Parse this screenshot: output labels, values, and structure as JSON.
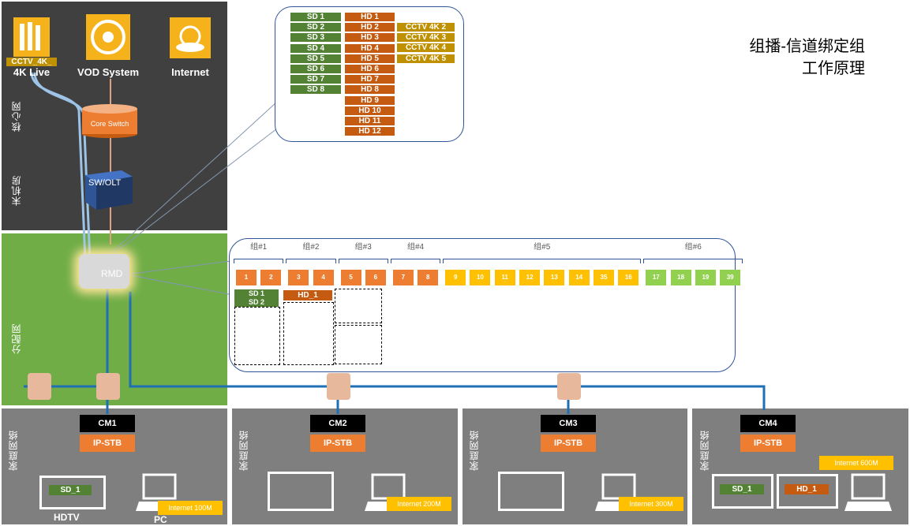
{
  "title": {
    "line1": "组播-信道绑定组",
    "line2": "工作原理"
  },
  "zones": {
    "core": "核心网",
    "headend": "末机房",
    "distribution": "分配网",
    "home": "家庭网络"
  },
  "sources": [
    {
      "label": "4K Live",
      "tag": "CCTV_4K_",
      "icon": "server-rack-icon"
    },
    {
      "label": "VOD System",
      "icon": "vod-gear-icon"
    },
    {
      "label": "Internet",
      "icon": "globe-cloud-icon"
    }
  ],
  "devices": {
    "core_switch": "Core Switch",
    "olt": "SW/OLT",
    "rmd": "RMD"
  },
  "channels_sd": [
    "SD 1",
    "SD 2",
    "SD 3",
    "SD 4",
    "SD 5",
    "SD 6",
    "SD 7",
    "SD 8"
  ],
  "channels_hd": [
    "HD 1",
    "HD 2",
    "HD 3",
    "HD 4",
    "HD 5",
    "HD 6",
    "HD 7",
    "HD 8",
    "HD 9",
    "HD 10",
    "HD 11",
    "HD 12"
  ],
  "channels_4k": [
    "CCTV 4K 2",
    "CCTV 4K 3",
    "CCTV 4K 4",
    "CCTV 4K 5"
  ],
  "groups": [
    {
      "label": "组#1",
      "channels": [
        "1",
        "2"
      ],
      "color": "#ed7d31"
    },
    {
      "label": "组#2",
      "channels": [
        "3",
        "4"
      ],
      "color": "#ed7d31"
    },
    {
      "label": "组#3",
      "channels": [
        "5",
        "6"
      ],
      "color": "#ed7d31"
    },
    {
      "label": "组#4",
      "channels": [
        "7",
        "8"
      ],
      "color": "#ed7d31"
    },
    {
      "label": "组#5",
      "channels": [
        "9",
        "10",
        "11",
        "12",
        "13",
        "14",
        "35",
        "16"
      ],
      "color": "#ffc000"
    },
    {
      "label": "组#6",
      "channels": [
        "17",
        "18",
        "19",
        "39"
      ],
      "color": "#92d050"
    }
  ],
  "group_contents": {
    "g1": [
      "SD 1",
      "SD 2"
    ],
    "g2": [
      "HD_1"
    ]
  },
  "homes": [
    {
      "cm": "CM1",
      "stb": "IP-STB",
      "tv": "SD_1",
      "tv_label": "HDTV",
      "pc_label": "PC",
      "internet": "Internet  100M"
    },
    {
      "cm": "CM2",
      "stb": "IP-STB",
      "internet": "Internet  200M"
    },
    {
      "cm": "CM3",
      "stb": "IP-STB",
      "internet": "Internet  300M"
    },
    {
      "cm": "CM4",
      "stb": "IP-STB",
      "tv1": "SD_1",
      "tv2": "HD_1",
      "internet_top": "Internet  600M"
    }
  ],
  "colors": {
    "dark": "#404040",
    "green": "#70ad47",
    "grey": "#7f7f7f",
    "cable": "#1f6fb5",
    "sd": "#548235",
    "hd": "#c55a11",
    "k4": "#bf9000"
  }
}
